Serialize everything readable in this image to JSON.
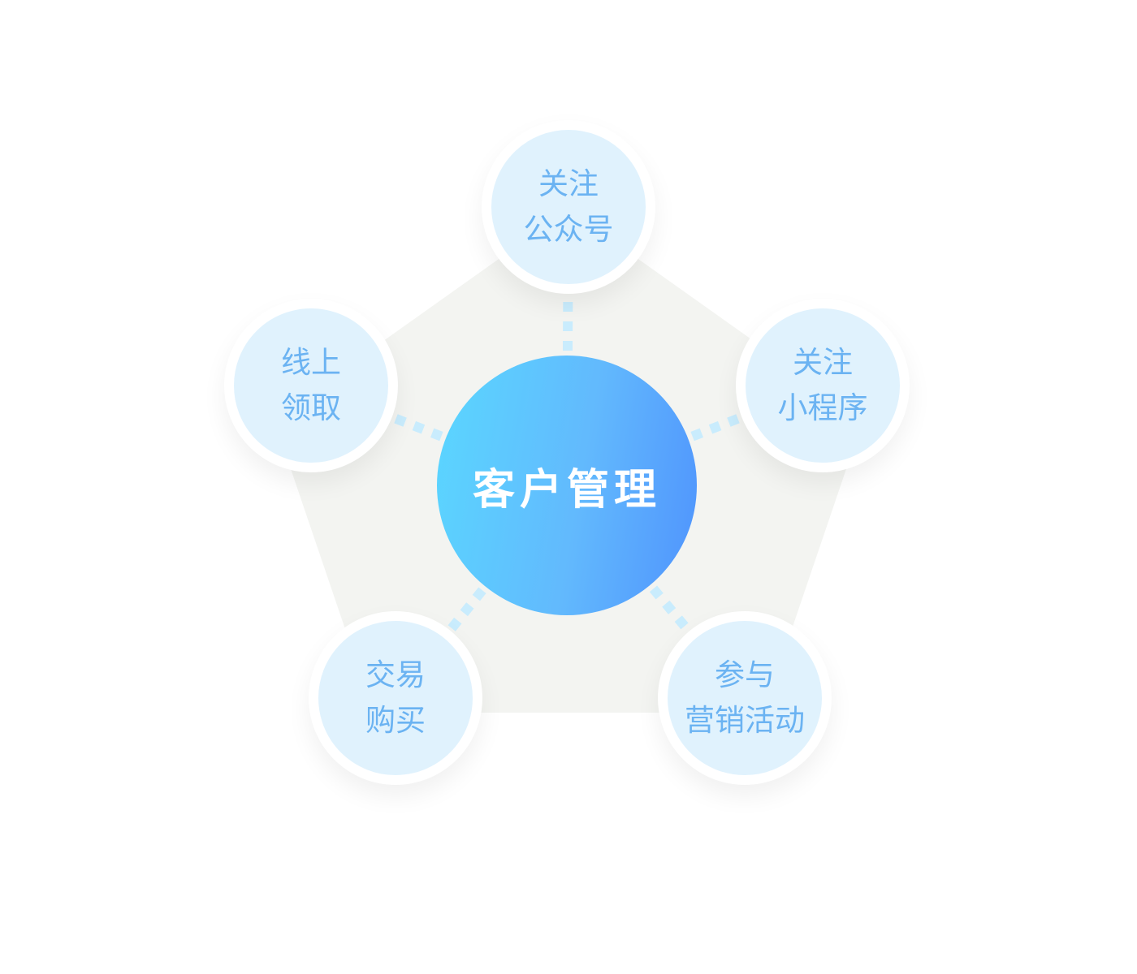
{
  "center": {
    "label": "客户管理"
  },
  "nodes": [
    {
      "id": "top",
      "line1": "关注",
      "line2": "公众号"
    },
    {
      "id": "right",
      "line1": "关注",
      "line2": "小程序"
    },
    {
      "id": "bottom-right",
      "line1": "参与",
      "line2": "营销活动"
    },
    {
      "id": "bottom-left",
      "line1": "交易",
      "line2": "购买"
    },
    {
      "id": "left",
      "line1": "线上",
      "line2": "领取"
    }
  ],
  "colors": {
    "pentagon": "#f3f4f1",
    "connector": "#c9ecfd",
    "node_fill": "#e0f2fd",
    "node_text": "#6bb3f2"
  }
}
